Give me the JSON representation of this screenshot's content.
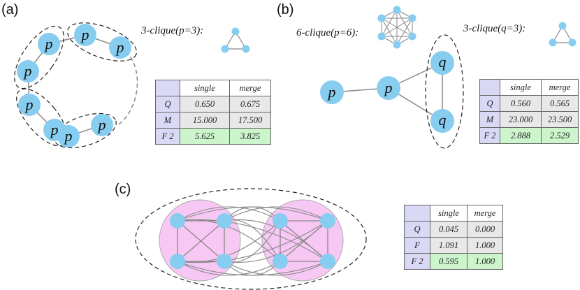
{
  "panels": [
    {
      "label": "(a)",
      "cliques": [
        "3-clique(p=3):"
      ],
      "node_label_p": "p",
      "table": {
        "headers": [
          "single",
          "merge"
        ],
        "rows": [
          {
            "name": "Q",
            "values": [
              "0.650",
              "0.675"
            ]
          },
          {
            "name": "M",
            "values": [
              "15.000",
              "17.500"
            ]
          },
          {
            "name": "F 2",
            "values": [
              "5.625",
              "3.825"
            ]
          }
        ]
      }
    },
    {
      "label": "(b)",
      "cliques": [
        "6-clique(p=6):",
        "3-clique(q=3):"
      ],
      "node_label_p": "p",
      "node_label_q": "q",
      "table": {
        "headers": [
          "single",
          "merge"
        ],
        "rows": [
          {
            "name": "Q",
            "values": [
              "0.560",
              "0.565"
            ]
          },
          {
            "name": "M",
            "values": [
              "23.000",
              "23.500"
            ]
          },
          {
            "name": "F 2",
            "values": [
              "2.888",
              "2.529"
            ]
          }
        ]
      }
    },
    {
      "label": "(c)",
      "table": {
        "headers": [
          "single",
          "merge"
        ],
        "rows": [
          {
            "name": "Q",
            "values": [
              "0.045",
              "0.000"
            ]
          },
          {
            "name": "F",
            "values": [
              "1.091",
              "1.000"
            ]
          },
          {
            "name": "F 2",
            "values": [
              "0.595",
              "1.000"
            ]
          }
        ]
      }
    }
  ],
  "colors": {
    "node": "#87cdf0",
    "edge": "#888888",
    "community_fill": "#f8c8f5",
    "row_label_bg": "#d9d9f5",
    "value_bg": "#e8e8e8",
    "highlight_bg": "#ccf5cc"
  }
}
